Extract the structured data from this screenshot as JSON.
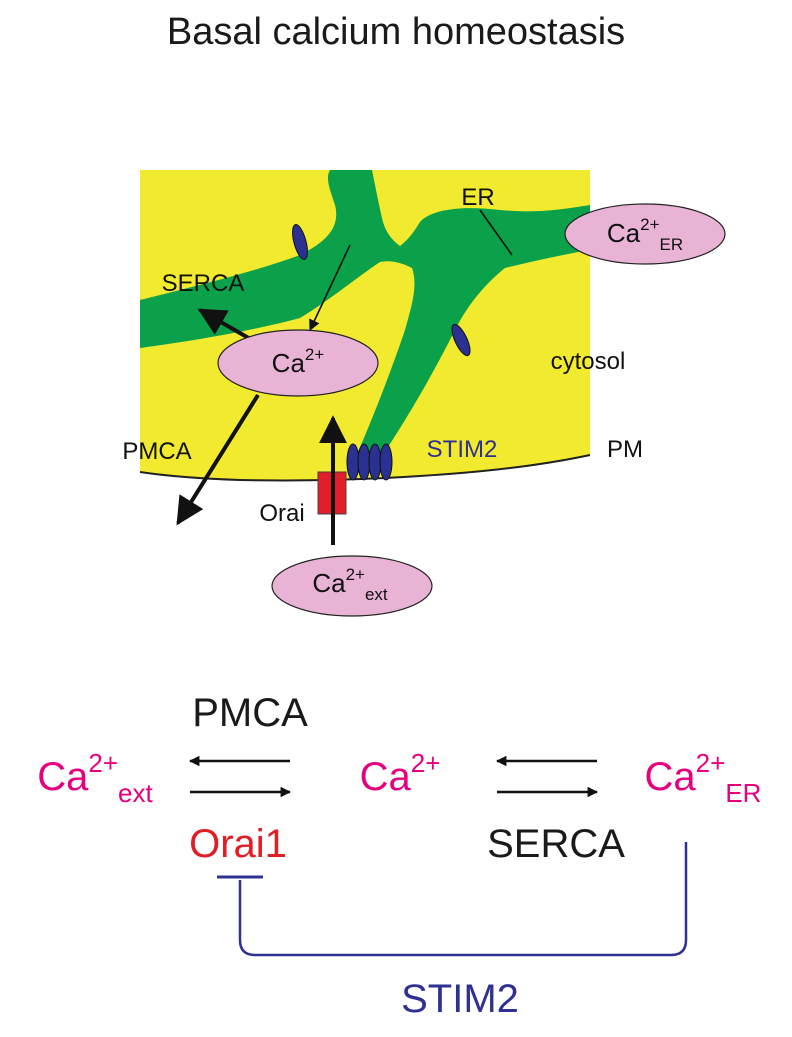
{
  "title": "Basal calcium homeostasis",
  "colors": {
    "cytosol": "#f2ea2e",
    "er": "#0aa14a",
    "ion_bubble": "#e9b3d6",
    "stim": "#2b3190",
    "orai": "#e31e2a",
    "magenta_text": "#e6007e",
    "red_text": "#e01e26",
    "blue_text": "#2e3192"
  },
  "cell": {
    "er_label": "ER",
    "cytosol_label": "cytosol",
    "pm_label": "PM",
    "serca_label": "SERCA",
    "pmca_label": "PMCA",
    "stim_label": "STIM2",
    "orai_label": "Orai",
    "ca_cyt": {
      "base": "Ca",
      "sup": "2+",
      "sub": ""
    },
    "ca_er": {
      "base": "Ca",
      "sup": "2+",
      "sub": "ER"
    },
    "ca_ext": {
      "base": "Ca",
      "sup": "2+",
      "sub": "ext"
    }
  },
  "scheme": {
    "pmca": "PMCA",
    "orai1": "Orai1",
    "serca": "SERCA",
    "stim2": "STIM2",
    "ca_ext": {
      "base": "Ca",
      "sup": "2+",
      "sub": "ext"
    },
    "ca_cyt": {
      "base": "Ca",
      "sup": "2+",
      "sub": ""
    },
    "ca_er": {
      "base": "Ca",
      "sup": "2+",
      "sub": "ER"
    }
  }
}
